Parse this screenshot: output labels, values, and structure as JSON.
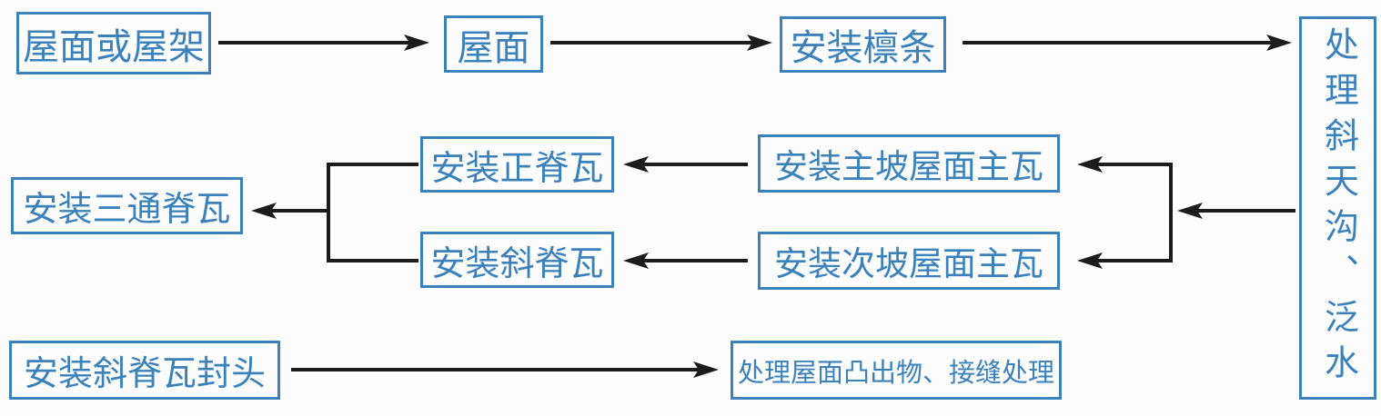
{
  "diagram": {
    "title": "roof tile installation process flowchart",
    "colors": {
      "box_border": "#3b81bc",
      "box_text": "#3b81bc",
      "arrow": "#1c1c1c",
      "background": "#fdfdfd"
    },
    "nodes": {
      "roof_or_truss": {
        "label": "屋面或屋架"
      },
      "roof": {
        "label": "屋面"
      },
      "install_purlins": {
        "label": "安装檩条"
      },
      "valley_flashing": {
        "label": "处理斜天沟、泛水",
        "orientation": "vertical"
      },
      "main_slope_tiles": {
        "label": "安装主坡屋面主瓦"
      },
      "secondary_slope_tiles": {
        "label": "安装次坡屋面主瓦"
      },
      "main_ridge_tiles": {
        "label": "安装正脊瓦"
      },
      "hip_ridge_tiles": {
        "label": "安装斜脊瓦"
      },
      "tee_ridge_tiles": {
        "label": "安装三通脊瓦"
      },
      "hip_ridge_end_caps": {
        "label": "安装斜脊瓦封头"
      },
      "protrusions_seams": {
        "label": "处理屋面凸出物、接缝处理"
      }
    },
    "edges": [
      {
        "from": "roof_or_truss",
        "to": "roof"
      },
      {
        "from": "roof",
        "to": "install_purlins"
      },
      {
        "from": "install_purlins",
        "to": "valley_flashing"
      },
      {
        "from": "valley_flashing",
        "to": "main_slope_tiles"
      },
      {
        "from": "valley_flashing",
        "to": "secondary_slope_tiles"
      },
      {
        "from": "main_slope_tiles",
        "to": "main_ridge_tiles"
      },
      {
        "from": "secondary_slope_tiles",
        "to": "hip_ridge_tiles"
      },
      {
        "from": "main_ridge_tiles",
        "to": "tee_ridge_tiles"
      },
      {
        "from": "hip_ridge_tiles",
        "to": "tee_ridge_tiles"
      },
      {
        "from": "hip_ridge_end_caps",
        "to": "protrusions_seams"
      }
    ]
  }
}
